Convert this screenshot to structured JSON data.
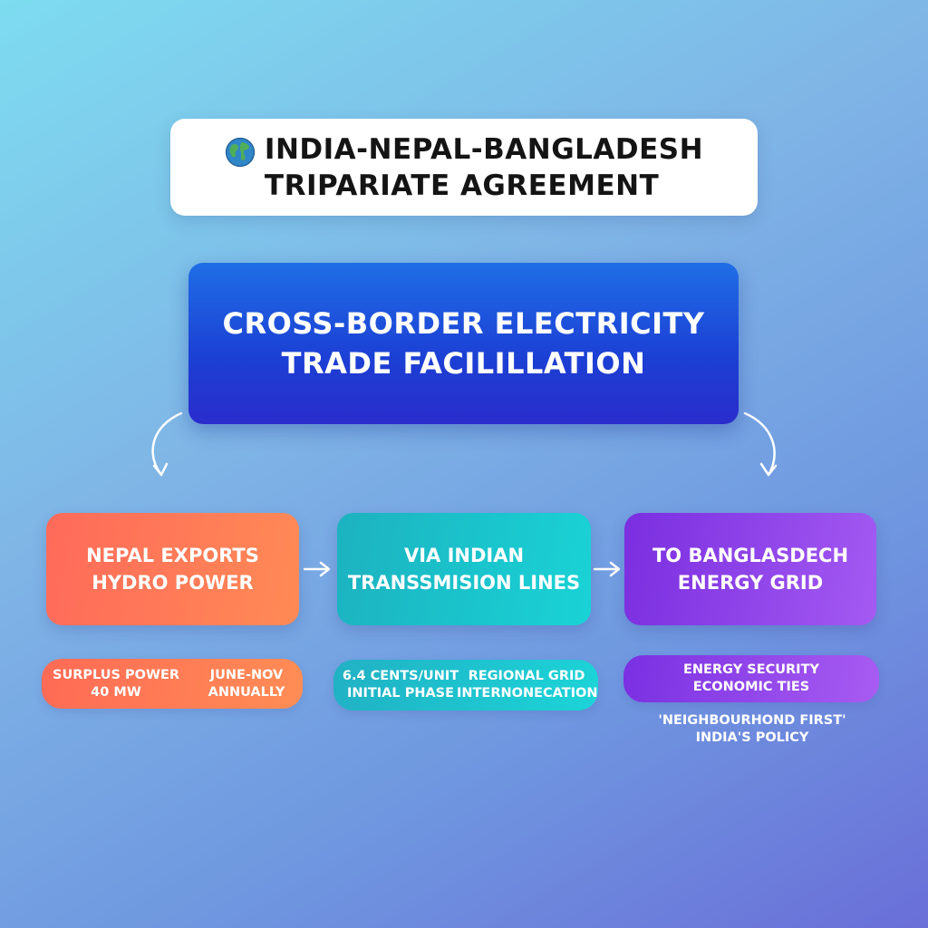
{
  "title": {
    "line1": "INDIA-NEPAL-BANGLADESH",
    "line2": "TRIPARIATE AGREEMENT",
    "icon": "globe-icon"
  },
  "main": {
    "line1": "CROSS-BORDER ELECTRICITY",
    "line2": "TRADE FACILILLATION"
  },
  "flow": [
    {
      "line1": "NEPAL EXPORTS",
      "line2": "HYDRO POWER",
      "color": "#ff7a58"
    },
    {
      "line1": "VIA INDIAN",
      "line2": "TRANSSMISION LINES",
      "color": "#1cc3cc"
    },
    {
      "line1": "TO BANGLASDECH",
      "line2": "ENERGY GRID",
      "color": "#8f45ea"
    }
  ],
  "details": {
    "nepal": {
      "col1": {
        "line1": "SURPLUS POWER",
        "line2": "40 MW"
      },
      "col2": {
        "line1": "JUNE-NOV",
        "line2": "ANNUALLY"
      }
    },
    "india": {
      "col1": {
        "line1": "6.4 CENTS/UNIT",
        "line2": "INITIAL PHASE"
      },
      "col2": {
        "line1": "REGIONAL GRID",
        "line2": "INTERNONECATION"
      }
    },
    "bangladesh": {
      "line1": "ENERGY SECURITY",
      "line2": "ECONOMIC TIES"
    }
  },
  "footnote": {
    "line1": "'NEIGHBOURHOND FIRST'",
    "line2": "INDIA'S POLICY"
  }
}
